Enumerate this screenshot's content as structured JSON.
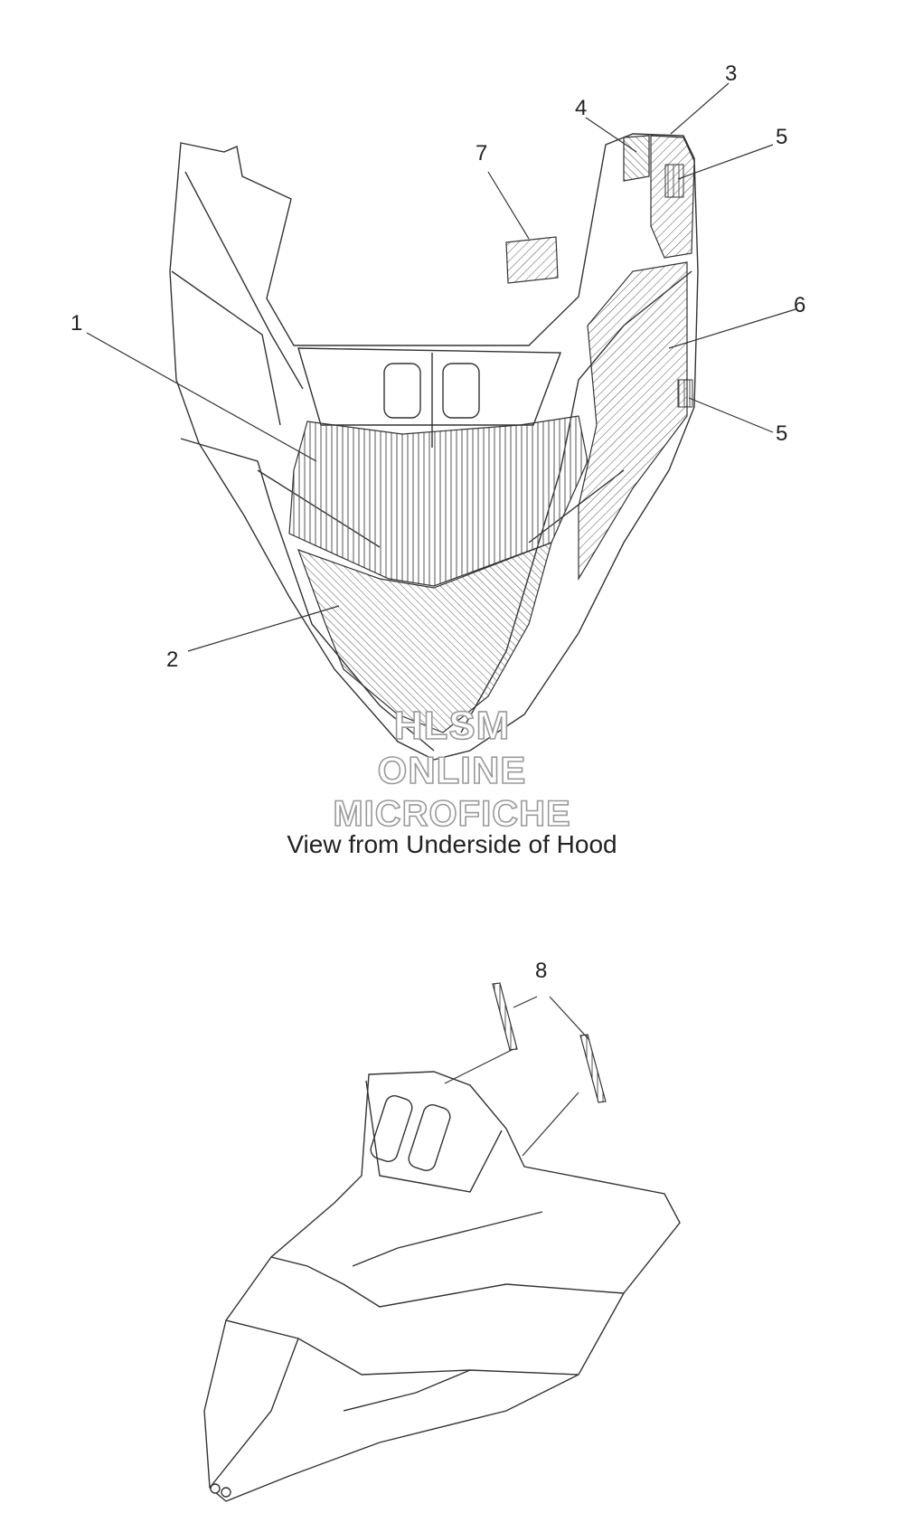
{
  "callouts": {
    "c1": "1",
    "c2": "2",
    "c3": "3",
    "c4": "4",
    "c5a": "5",
    "c5b": "5",
    "c6": "6",
    "c7": "7",
    "c8": "8"
  },
  "caption": "View from Underside of Hood",
  "watermark": {
    "line1": "HLSM",
    "line2": "ONLINE",
    "line3": "MICROFICHE"
  }
}
